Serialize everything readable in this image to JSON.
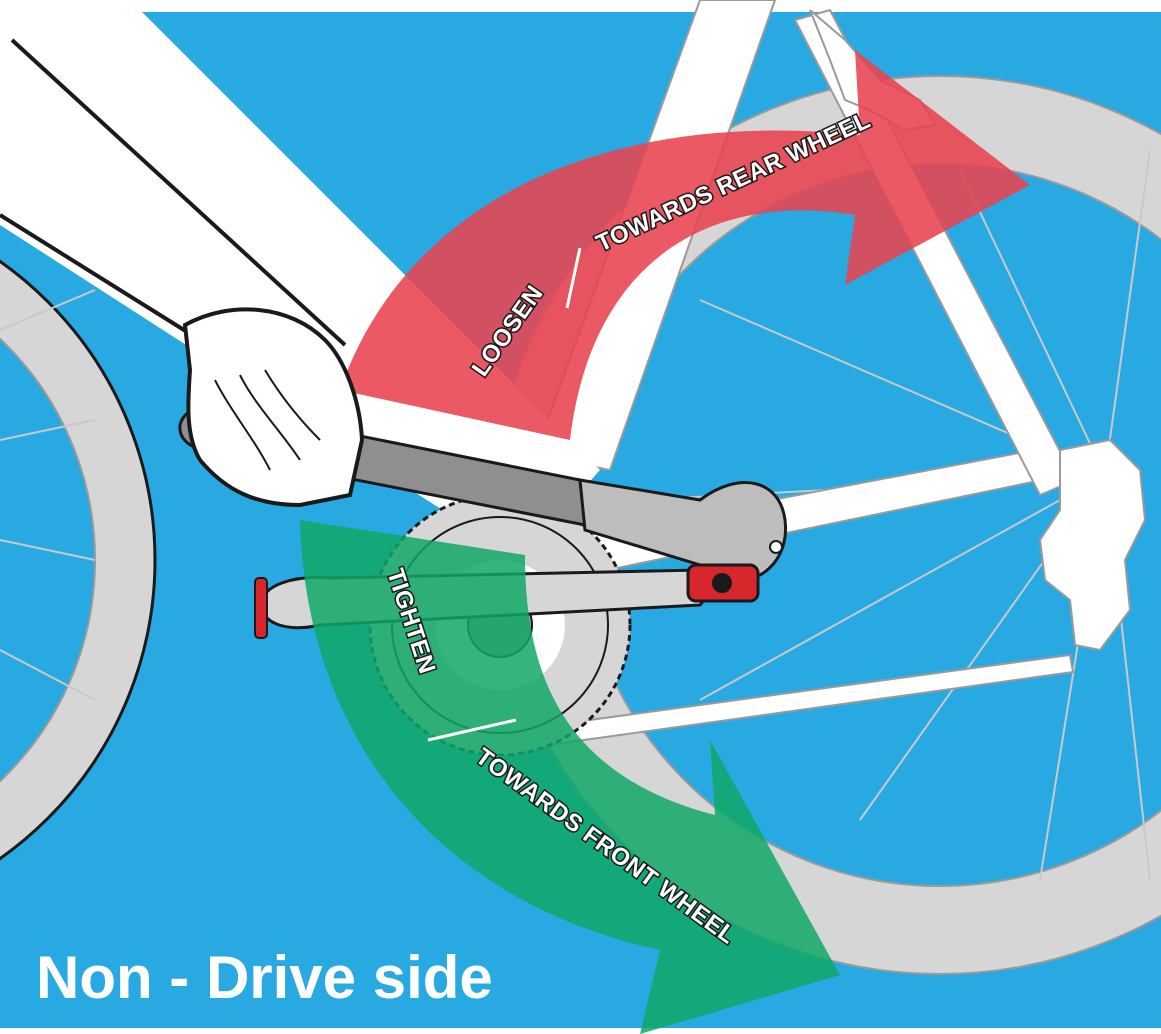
{
  "caption": "Non - Drive side",
  "loosen_arrow": {
    "word": "LOOSEN",
    "direction": "TOWARDS REAR WHEEL",
    "color": "#e8434f"
  },
  "tighten_arrow": {
    "word": "TIGHTEN",
    "direction": "TOWARDS FRONT WHEEL",
    "color": "#0fa866"
  },
  "colors": {
    "background": "#29a9e1",
    "frame": "#ffffff",
    "wheel": "#d6d6d6",
    "outline": "#1a1a1a",
    "wrench": "#8f8f8f",
    "bolt": "#d7262c"
  }
}
